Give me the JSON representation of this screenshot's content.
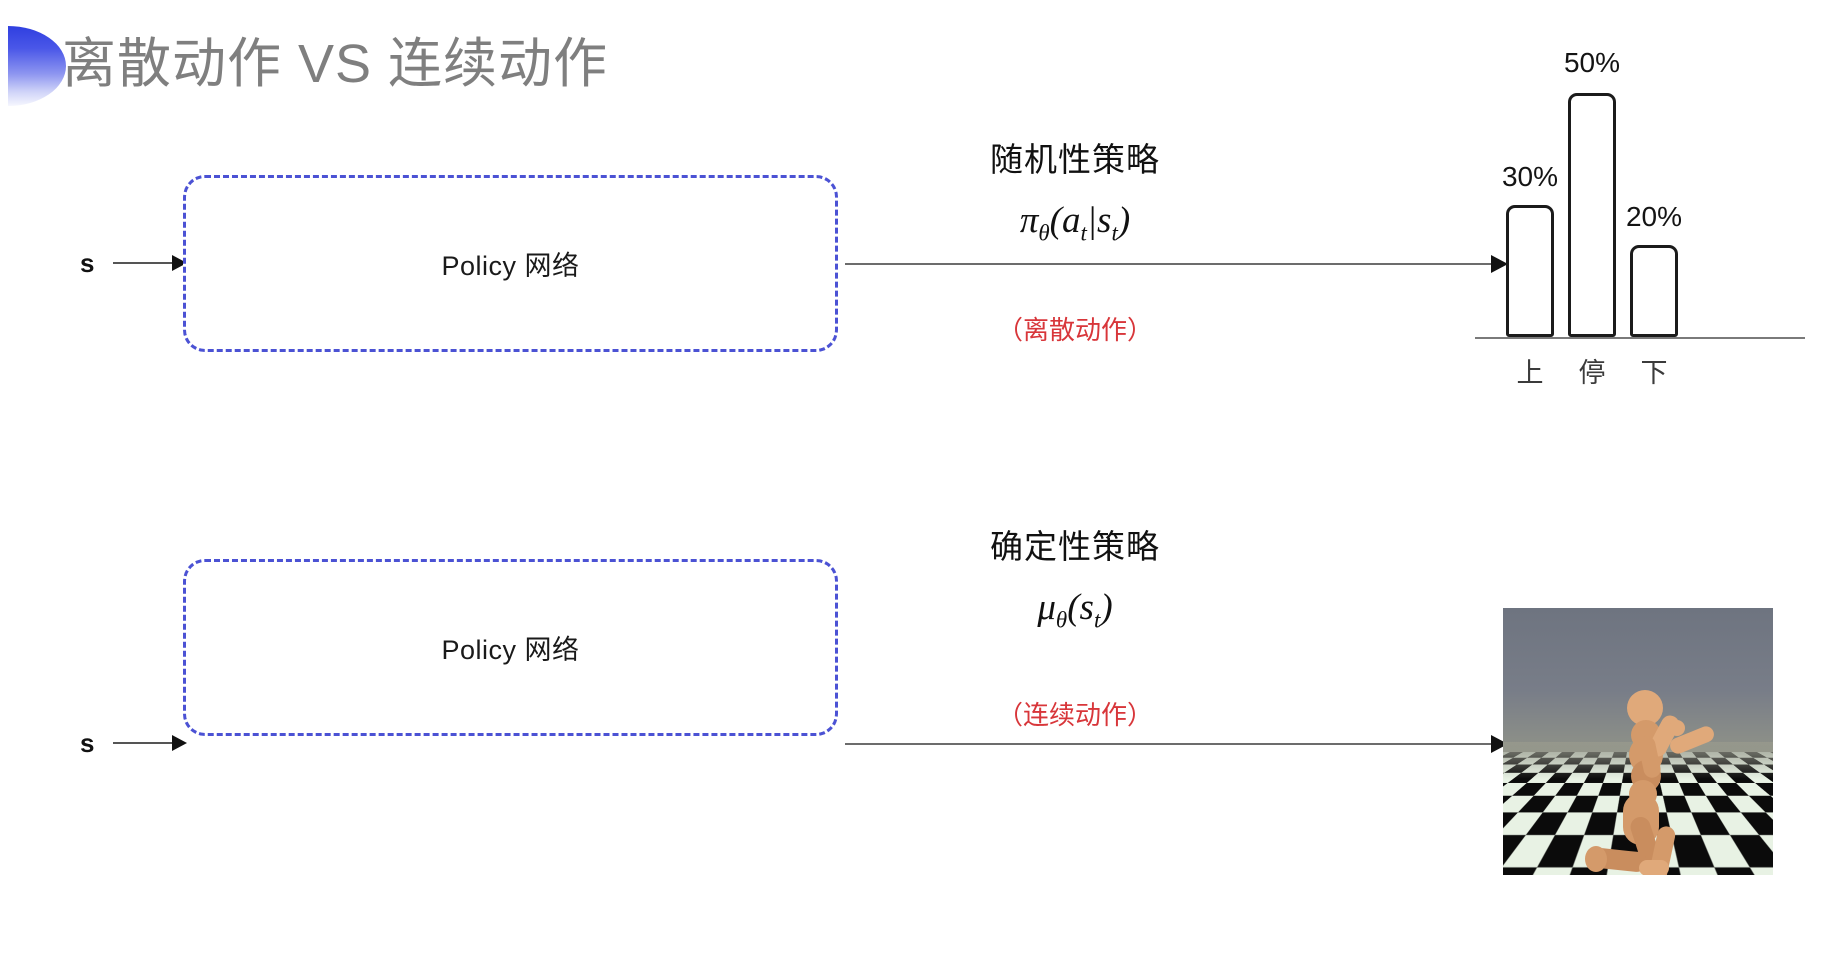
{
  "slide": {
    "title": "离散动作 VS 连续动作",
    "title_color": "#7f7f7f",
    "accent_color": "#4b52d4",
    "highlight_color": "#d8363a",
    "background": "#ffffff"
  },
  "discrete_row": {
    "state_label": "s",
    "policy_box_label": "Policy 网络",
    "policy_name": "随机性策略",
    "policy_formula": "π",
    "formula_sub": "θ",
    "formula_args": "(a",
    "formula_arg_sub": "t",
    "formula_mid": "|s",
    "formula_arg_sub2": "t",
    "formula_close": ")",
    "action_note": "（离散动作）"
  },
  "continuous_row": {
    "state_label": "s",
    "policy_box_label": "Policy 网络",
    "policy_name": "确定性策略",
    "policy_formula": "μ",
    "formula_sub": "θ",
    "formula_args": "(s",
    "formula_arg_sub": "t",
    "formula_close": ")",
    "action_note": "（连续动作）",
    "image_caption": "humanoid-simulation"
  },
  "chart_data": {
    "type": "bar",
    "categories": [
      "上",
      "停",
      "下"
    ],
    "values": [
      30,
      50,
      20
    ],
    "value_labels": [
      "30%",
      "50%",
      "20%"
    ],
    "title": "",
    "xlabel": "",
    "ylabel": "",
    "ylim": [
      0,
      60
    ],
    "grid": false,
    "legend": false,
    "bar_style": "outline",
    "bar_color": "#ffffff",
    "bar_border_color": "#1b1b1b"
  }
}
